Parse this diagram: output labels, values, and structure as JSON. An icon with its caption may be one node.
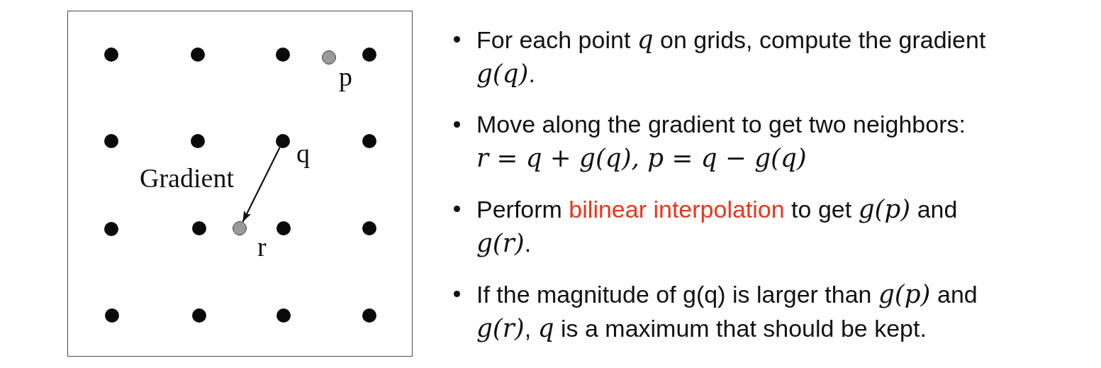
{
  "diagram": {
    "nodes": [
      {
        "text": [],
        "shape": "circle"
      },
      {
        "text": [],
        "shape": "circle"
      },
      {
        "text": [],
        "shape": "circle"
      },
      {
        "text": [],
        "shape": "circle",
        "beside": [
          "p"
        ]
      },
      {
        "text": [],
        "shape": "circle"
      },
      {
        "text": [],
        "shape": "circle"
      },
      {
        "text": [],
        "shape": "circle"
      },
      {
        "text": [],
        "shape": "circle",
        "beside": [
          "q"
        ]
      },
      {
        "text": [],
        "shape": "circle"
      },
      {
        "text": [],
        "shape": "circle"
      },
      {
        "text": [],
        "shape": "circle"
      },
      {
        "text": [],
        "shape": "circle",
        "beside": [
          "r"
        ]
      },
      {
        "text": [],
        "shape": "circle"
      },
      {
        "text": [],
        "shape": "circle"
      },
      {
        "text": [],
        "shape": "circle"
      },
      {
        "text": [],
        "shape": "circle"
      },
      {
        "text": [],
        "shape": "circle"
      },
      {
        "text": [],
        "shape": "circle"
      }
    ],
    "edges": [
      {
        "from": 7,
        "to": 11,
        "arrow": "to",
        "label": "Gradient"
      }
    ],
    "labels": [
      "For each point *q* on grids, compute the gradient *g(q)*.",
      "Move along the gradient to get two neighbors: *r = q + g(q), p = q − g(q)*",
      "Perform **bilinear interpolation** to get *g(p)* and *g(r)*.",
      "If the magnitude of g(q) is larger than *g(p)* and *g(r)*, *q* is a maximum that should be kept."
    ]
  }
}
